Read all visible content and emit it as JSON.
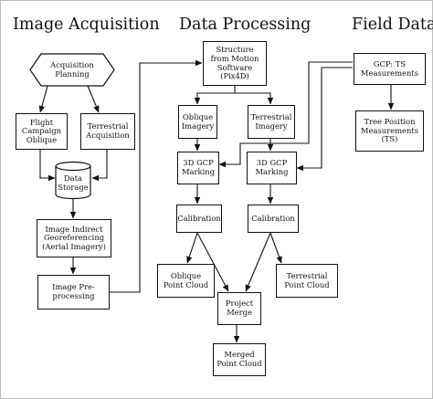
{
  "headings": {
    "acquisition": "Image Acquisition",
    "processing": "Data Processing",
    "field": "Field Data"
  },
  "nodes": {
    "acquisition_planning": "Acquisition\nPlanning",
    "flight_campaign": "Flight\nCampaign\nOblique",
    "terrestrial_acquisition": "Terrestrial\nAcquisition",
    "data_storage": "Data\nStorage",
    "georeferencing": "Image Indirect\nGeoreferencing\n(Aerial Imagery)",
    "preprocessing": "Image Pre-\nprocessing",
    "sfm_software": "Structure\nfrom Motion\nSoftware\n(Pix4D)",
    "oblique_imagery": "Oblique\nImagery",
    "terrestrial_imagery": "Terrestrial\nImagery",
    "gcp_marking_left": "3D GCP\nMarking",
    "gcp_marking_right": "3D GCP\nMarking",
    "calibration_left": "Calibration",
    "calibration_right": "Calibration",
    "oblique_point_cloud": "Oblique\nPoint Cloud",
    "terrestrial_point_cloud": "Terrestrial\nPoint Cloud",
    "project_merge": "Project\nMerge",
    "merged_point_cloud": "Merged\nPoint Cloud",
    "gcp_ts": "GCP: TS\nMeasurements",
    "tree_position": "Tree Position\nMeasurements\n(TS)"
  }
}
